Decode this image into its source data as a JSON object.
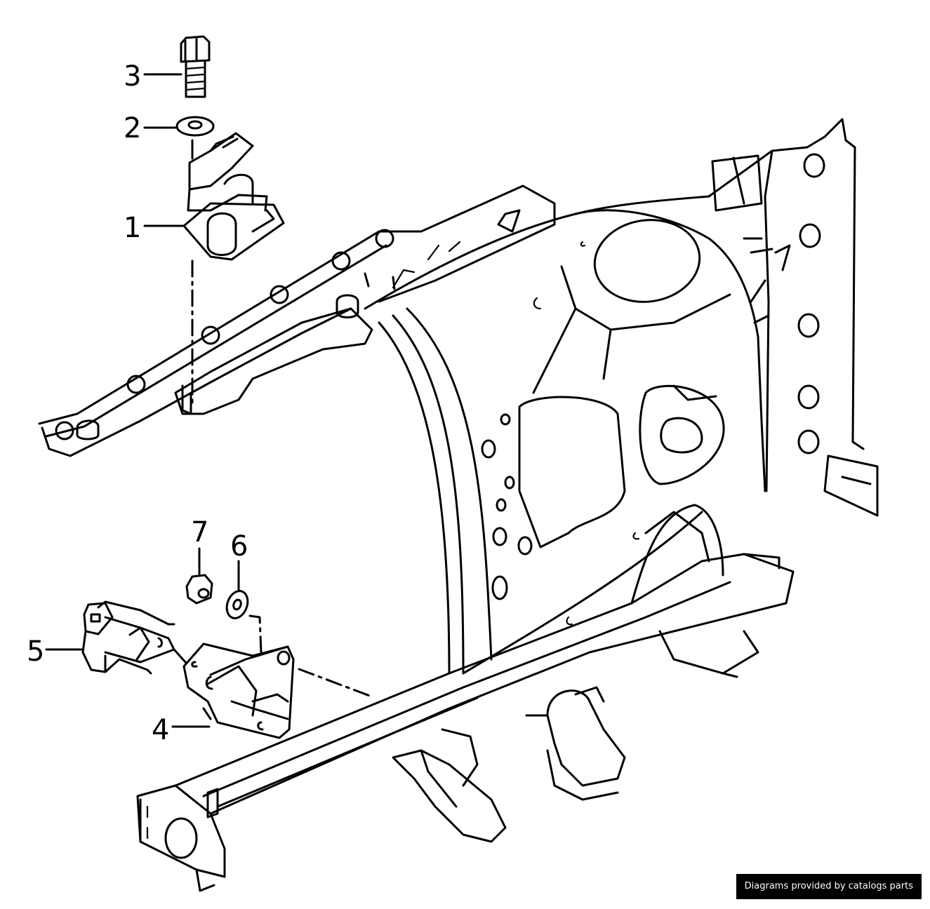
{
  "callouts": [
    {
      "number": "1",
      "part": "bracket"
    },
    {
      "number": "2",
      "part": "washer"
    },
    {
      "number": "3",
      "part": "bolt"
    },
    {
      "number": "4",
      "part": "mounting bracket"
    },
    {
      "number": "5",
      "part": "clip"
    },
    {
      "number": "6",
      "part": "washer"
    },
    {
      "number": "7",
      "part": "nut"
    }
  ],
  "credit": "Diagrams provided by catalogs parts",
  "colors": {
    "line": "#000000",
    "background": "#ffffff",
    "credit_bg": "#000000",
    "credit_text": "#ffffff"
  }
}
